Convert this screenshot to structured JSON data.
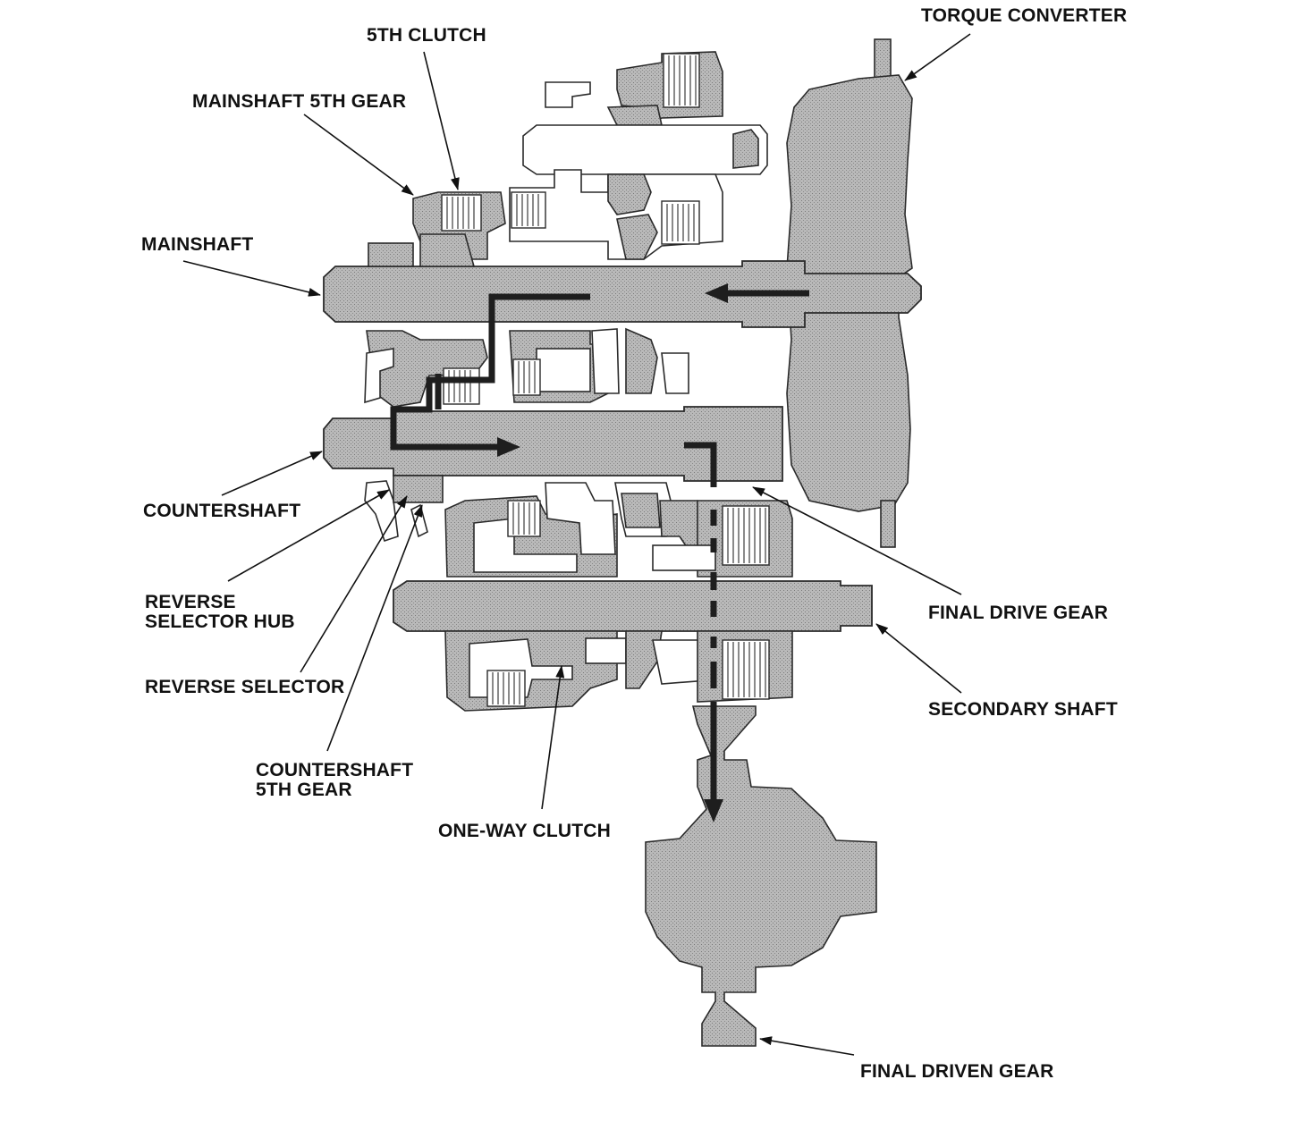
{
  "diagram": {
    "labels": {
      "torque_converter": "TORQUE CONVERTER",
      "fifth_clutch": "5TH CLUTCH",
      "mainshaft_5th_gear": "MAINSHAFT 5TH GEAR",
      "mainshaft": "MAINSHAFT",
      "countershaft": "COUNTERSHAFT",
      "reverse_selector_hub_line1": "REVERSE",
      "reverse_selector_hub_line2": "SELECTOR HUB",
      "reverse_selector": "REVERSE SELECTOR",
      "countershaft_5th_gear_line1": "COUNTERSHAFT",
      "countershaft_5th_gear_line2": "5TH GEAR",
      "one_way_clutch": "ONE-WAY CLUTCH",
      "final_drive_gear": "FINAL DRIVE GEAR",
      "secondary_shaft": "SECONDARY SHAFT",
      "final_driven_gear": "FINAL DRIVEN GEAR"
    },
    "colors": {
      "ink": "#111111",
      "hatch_fill": "#b9b9b9",
      "power_flow": "#1e1e1e",
      "background": "#ffffff"
    }
  }
}
